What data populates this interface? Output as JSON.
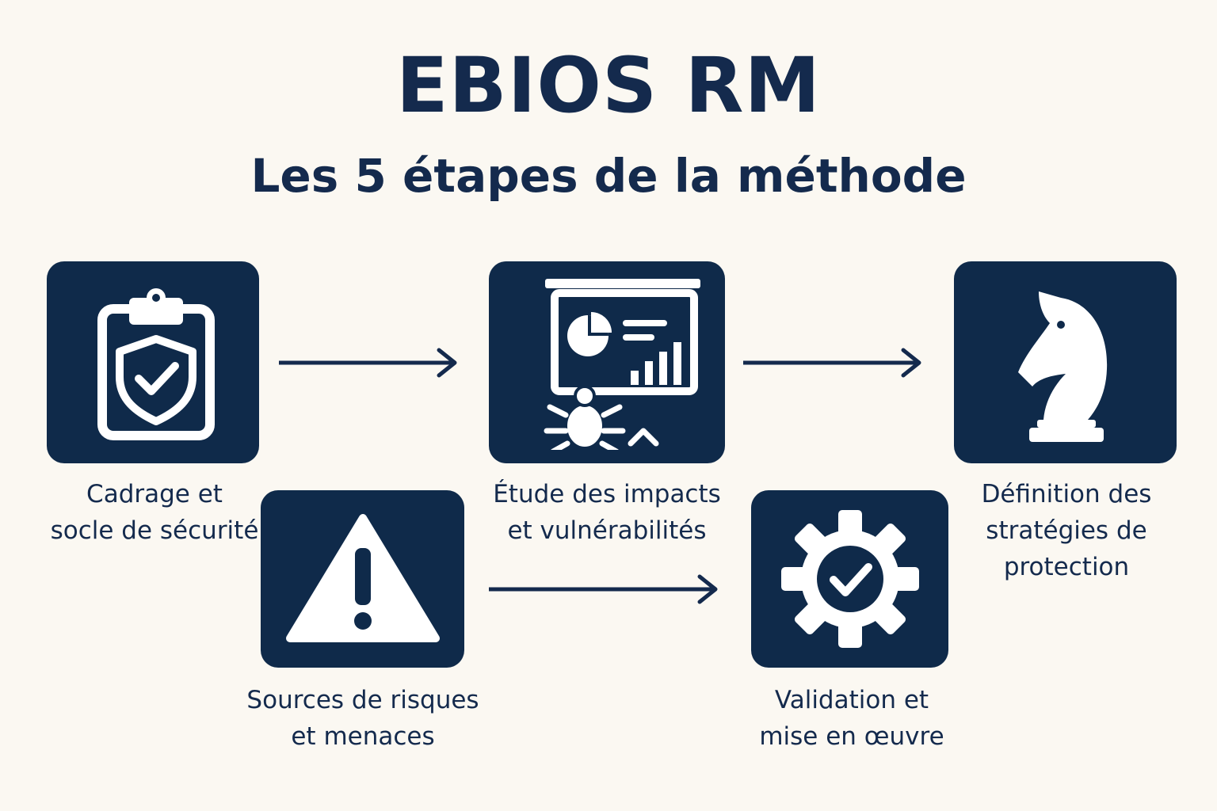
{
  "header": {
    "title": "EBIOS RM",
    "subtitle": "Les 5 étapes de la méthode"
  },
  "colors": {
    "background": "#fbf8f2",
    "tile": "#0f2a4a",
    "text": "#142a4d",
    "icon": "#ffffff"
  },
  "steps": [
    {
      "label": "Cadrage et\nsocle de sécurité",
      "icon": "clipboard-shield-check-icon"
    },
    {
      "label": "Étude des impacts\net vulnérabilités",
      "icon": "presentation-chart-bug-icon"
    },
    {
      "label": "Définition des\nstratégies de\nprotection",
      "icon": "chess-knight-icon"
    },
    {
      "label": "Sources de risques\net menaces",
      "icon": "warning-triangle-icon"
    },
    {
      "label": "Validation et\nmise en œuvre",
      "icon": "gear-check-icon"
    }
  ]
}
